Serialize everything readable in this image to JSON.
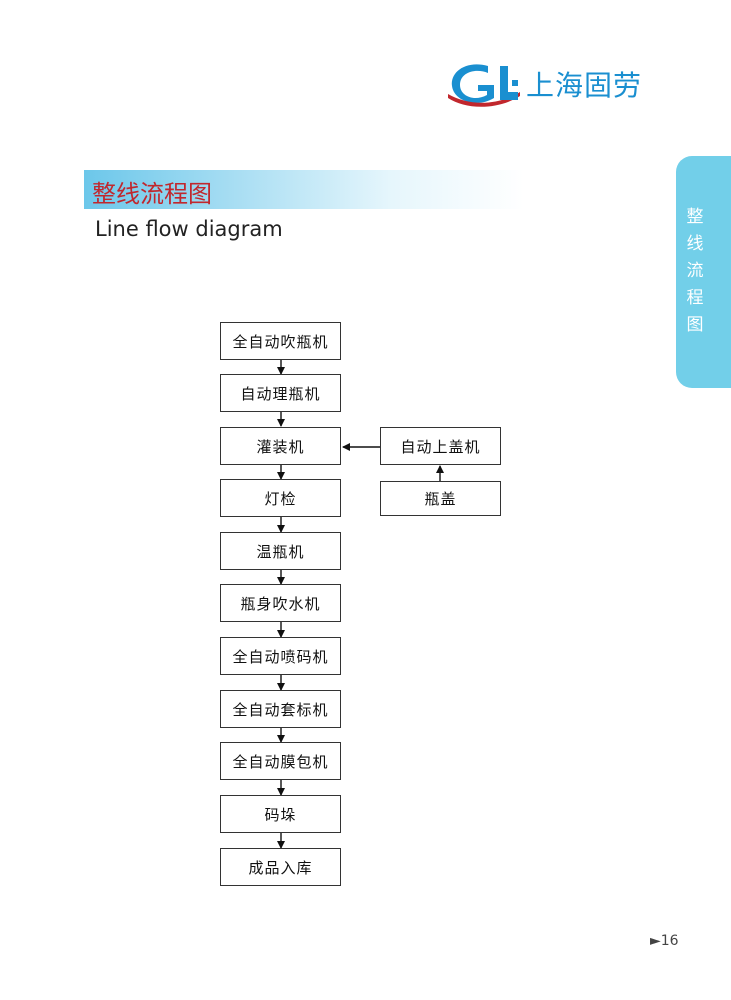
{
  "logo": {
    "text": "上海固劳",
    "mark": "G L",
    "colors": {
      "blue": "#1a8fd0",
      "red": "#c1272d"
    }
  },
  "title": {
    "cn": "整线流程图",
    "en": "Line flow diagram"
  },
  "side_tab": {
    "chars": [
      "整",
      "线",
      "流",
      "程",
      "图"
    ],
    "color": "#72cfe9"
  },
  "flow": {
    "main_steps": [
      "全自动吹瓶机",
      "自动理瓶机",
      "灌装机",
      "灯检",
      "温瓶机",
      "瓶身吹水机",
      "全自动喷码机",
      "全自动套标机",
      "全自动膜包机",
      "码垛",
      "成品入库"
    ],
    "side_steps": [
      "自动上盖机",
      "瓶盖"
    ]
  },
  "page_number": "►16"
}
